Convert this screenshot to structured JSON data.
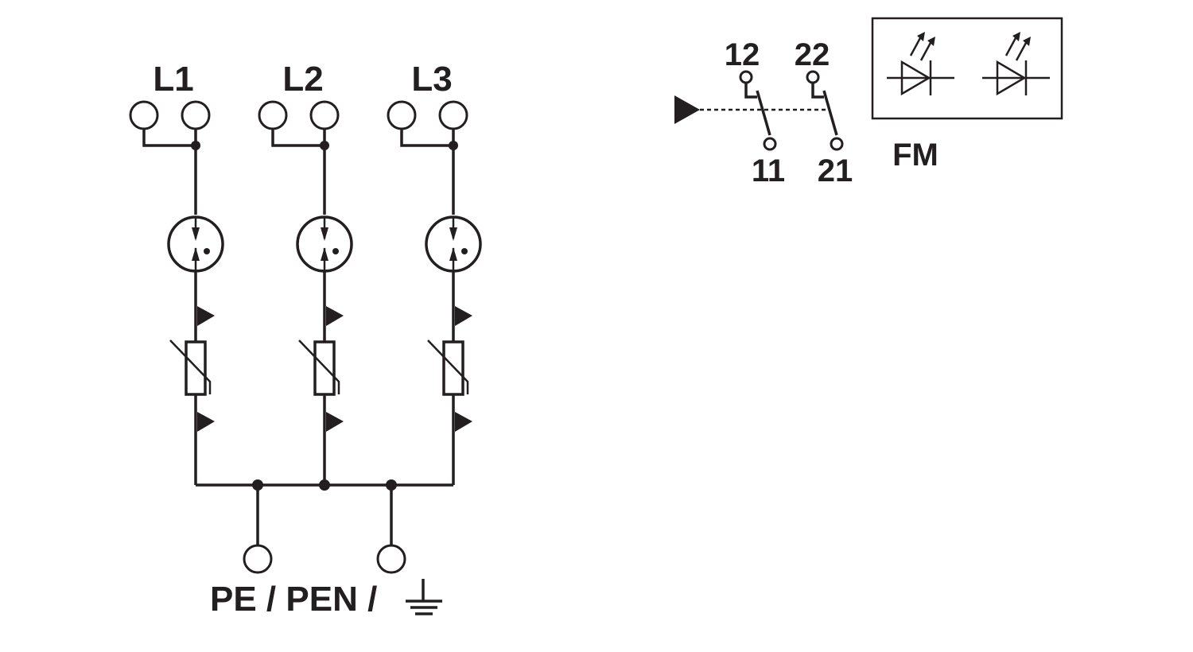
{
  "phases": [
    {
      "label": "L1"
    },
    {
      "label": "L2"
    },
    {
      "label": "L3"
    }
  ],
  "ground_label": "PE / PEN /",
  "contacts": [
    {
      "top": "12",
      "bottom": "11"
    },
    {
      "top": "22",
      "bottom": "21"
    }
  ],
  "fm_label": "FM",
  "colors": {
    "stroke": "#231f20",
    "background": "#ffffff"
  }
}
